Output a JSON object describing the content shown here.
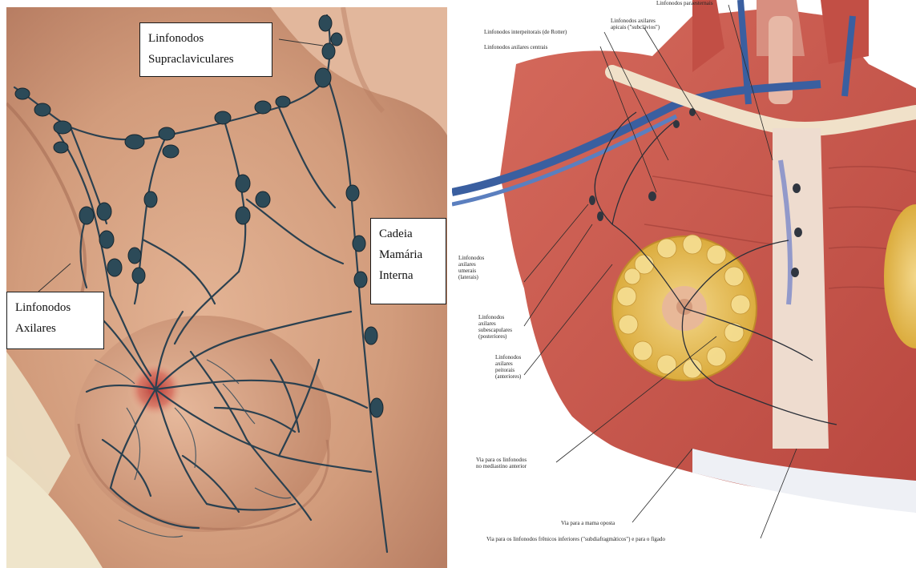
{
  "left_diagram": {
    "labels": {
      "supraclavicular": [
        "Linfonodos",
        "Supraclaviculares"
      ],
      "axillary": [
        "Linfonodos",
        "Axilares"
      ],
      "internal_mammary": [
        "Cadeia",
        "Mamária",
        "Interna"
      ]
    }
  },
  "right_diagram": {
    "labels": {
      "parasternal": "Linfonodos paraesternais",
      "interpectoral": "Linfonodos interpeitorais (de Rotter)",
      "apical": [
        "Linfonodos axilares",
        "apicais (\"subclávios\")"
      ],
      "central": "Linfonodos axilares centrais",
      "humeral": [
        "Linfonodos",
        "axilares",
        "umerais",
        "(laterais)"
      ],
      "subscapular": [
        "Linfonodos",
        "axilares",
        "subescapulares",
        "(posteriores)"
      ],
      "pectoral": [
        "Linfonodos",
        "axilares",
        "peitorais",
        "(anteriores)"
      ],
      "mediastinum_path": [
        "Via para os linfonodos",
        "no mediastino anterior"
      ],
      "opposite_breast_path": "Via para a mama oposta",
      "phrenic_path": "Via para os linfonodos frênicos inferiores (\"subdiafragmáticos\") e para o fígado"
    }
  },
  "colors": {
    "skin": "#d6a382",
    "lymph_node": "#2c4a58",
    "vessel": "#2b4150",
    "muscle": "#c8564a",
    "gland": "#e8c050",
    "vein": "#3a5fa0"
  }
}
